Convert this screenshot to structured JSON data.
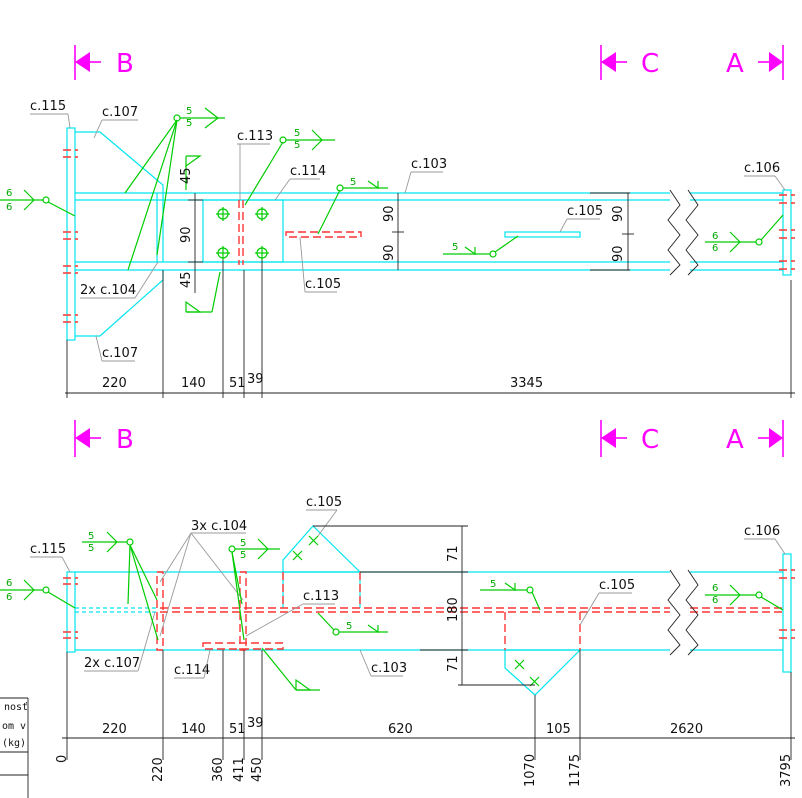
{
  "sections": {
    "b": "B",
    "c": "C",
    "a": "A"
  },
  "top_view": {
    "parts": {
      "c115": "c.115",
      "c107_top": "c.107",
      "c107_bot": "c.107",
      "c113": "c.113",
      "c114": "c.114",
      "c103": "c.103",
      "c106": "c.106",
      "c105_a": "c.105",
      "c105_b": "c.105",
      "c104": "2x c.104"
    },
    "welds": {
      "w1": "5",
      "w2": "5",
      "w3": "5",
      "w4": "5",
      "w5": "6",
      "w6": "6",
      "w7": "5",
      "w8": "5",
      "w9": "6",
      "w10": "6"
    },
    "dims": {
      "v45a": "45",
      "v90a": "90",
      "v45b": "45",
      "v90c": "90",
      "v90d": "90",
      "v90e": "90",
      "v90f": "90"
    },
    "bottom_dims": [
      "220",
      "140",
      "51",
      "39",
      "3345"
    ]
  },
  "side_view": {
    "parts": {
      "c115": "c.115",
      "c105_top": "c.105",
      "c113": "c.113",
      "c114": "c.114",
      "c103": "c.103",
      "c105_right": "c.105",
      "c106": "c.106",
      "c104": "3x c.104",
      "c107": "2x c.107"
    },
    "welds": {
      "w1": "5",
      "w2": "5",
      "w3": "5",
      "w4": "5",
      "w5": "6",
      "w6": "6",
      "w7": "5",
      "w8": "5",
      "w9": "6",
      "w10": "6"
    },
    "dims": {
      "v71a": "71",
      "v180": "180",
      "v71b": "71"
    },
    "bottom_dims": [
      "220",
      "140",
      "51",
      "39",
      "620",
      "105",
      "2620"
    ],
    "ordinates": [
      "0",
      "220",
      "360",
      "411",
      "450",
      "1070",
      "1175",
      "3795"
    ]
  },
  "table": {
    "line1": "nosť",
    "line2": "om v",
    "line3": "(kg)"
  }
}
